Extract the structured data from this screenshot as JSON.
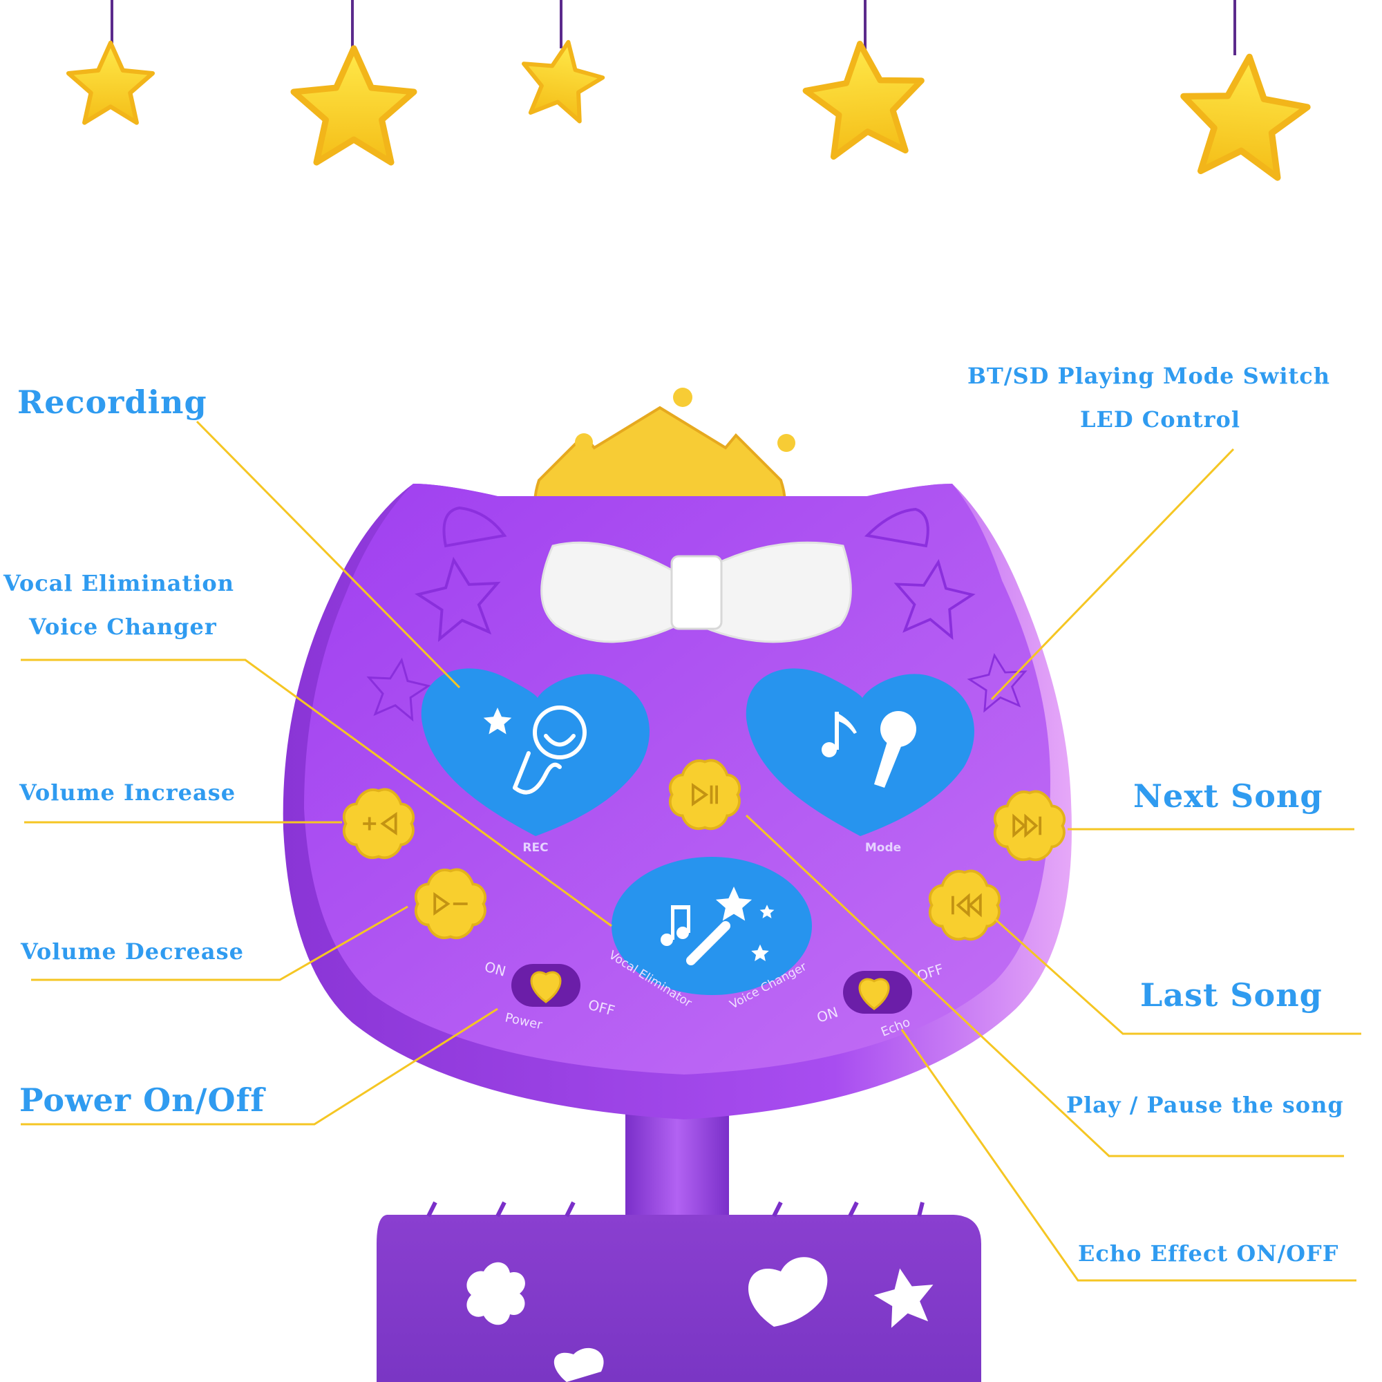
{
  "callouts": {
    "recording": "Recording",
    "vocal_elimination": "Vocal Elimination",
    "voice_changer": "Voice Changer",
    "volume_increase": "Volume Increase",
    "volume_decrease": "Volume Decrease",
    "power": "Power On/Off",
    "bt_sd_mode": "BT/SD Playing Mode Switch",
    "led_control": "LED Control",
    "next_song": "Next Song",
    "last_song": "Last Song",
    "play_pause": "Play / Pause the song",
    "echo": "Echo Effect ON/OFF"
  },
  "device_labels": {
    "rec": "REC",
    "mode": "Mode",
    "vocal_eliminator": "Vocal Eliminator",
    "voice_changer": "Voice Changer",
    "power": "Power",
    "echo": "Echo",
    "on": "ON",
    "off": "OFF"
  },
  "colors": {
    "label_blue": "#2f9bf0",
    "leader_line": "#f5c623",
    "body_purple": "#a64ff0",
    "button_blue": "#2794ee",
    "button_yellow": "#f8cf2e",
    "star_yellow": "#fbd92a",
    "crown_yellow": "#f7cc35"
  },
  "icons": [
    "star-icon",
    "crown-icon",
    "bow-icon",
    "microphone-icon",
    "music-note-icon",
    "magic-wand-icon",
    "play-pause-icon",
    "next-icon",
    "previous-icon",
    "volume-up-icon",
    "volume-down-icon",
    "heart-icon",
    "flower-icon"
  ]
}
